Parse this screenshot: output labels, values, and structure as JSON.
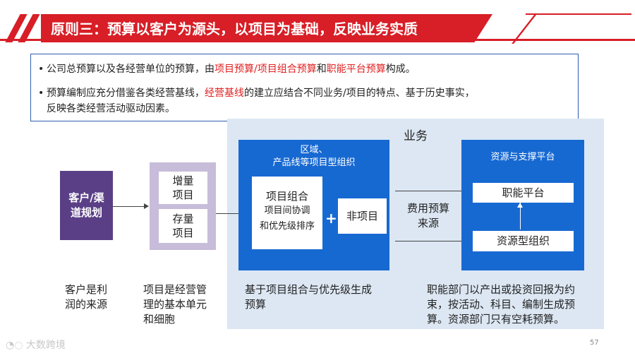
{
  "header": {
    "title": "原则三：预算以客户为源头，以项目为基础，反映业务实质"
  },
  "bullets": {
    "b1": {
      "p1": "公司总预算以及各经营单位的预算，由",
      "r1": "项目预算",
      "p2": "/",
      "r2": "项目组合预算",
      "p3": "和",
      "r3": "职能平台预算",
      "p4": "构成。"
    },
    "b2": {
      "p1": "预算编制应充分借鉴各类经营基线，",
      "r1": "经营基线",
      "p2": "的建立应结合不同业务/项目的特点、基于历史事实，",
      "line2": "反映各类经营活动驱动因素。"
    }
  },
  "diagram": {
    "panel_title": "业务",
    "customer_box": [
      "客户/渠",
      "道规划"
    ],
    "project_box": {
      "increment": [
        "增量",
        "项目"
      ],
      "stock": [
        "存量",
        "项目"
      ]
    },
    "region_box": {
      "title_line1": "区域、",
      "title_line2": "产品线等项目型组织",
      "portfolio": {
        "title": "项目组合",
        "line1": "项目间协调",
        "line2": "和优先级排序"
      },
      "plus": "+",
      "non_project": "非项目"
    },
    "fee_label": [
      "费用预算",
      "来源"
    ],
    "resource_box": {
      "title": "资源与支撑平台",
      "functional": "职能平台",
      "resource_org": "资源型组织"
    }
  },
  "captions": {
    "customer": [
      "客户是利",
      "润的来源"
    ],
    "project": [
      "项目是经营管",
      "理的基本单元",
      "和细胞"
    ],
    "portfolio": [
      "基于项目组合与优先级生成",
      "预算"
    ],
    "functional": [
      "职能部门以产出或投资回报为约",
      "束，按活动、科目、编制生成预",
      "算。资源部门只有空耗预算。"
    ]
  },
  "footer": {
    "page_number": "57",
    "logo_text": "大数跨境"
  },
  "colors": {
    "accent_red": "#d81e26",
    "blue": "#1769d2",
    "purple": "#5a3f86",
    "panel_bg": "#dce7f3"
  }
}
